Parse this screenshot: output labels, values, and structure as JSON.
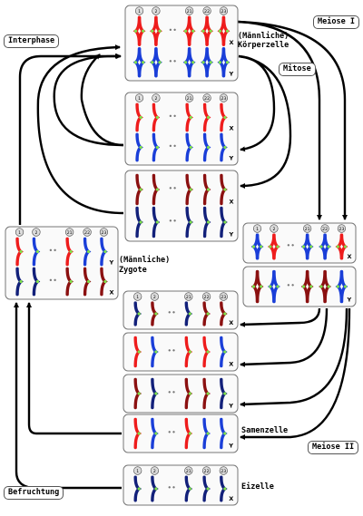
{
  "labels": {
    "interphase": "Interphase",
    "meiose1": "Meiose I",
    "mitose": "Mitose",
    "meiose2": "Meiose II",
    "befruchtung": "Befruchtung",
    "koerperzelle_line1": "(Männliche)",
    "koerperzelle_line2": "Körperzelle",
    "zygote_line1": "(Männliche)",
    "zygote_line2": "Zygote",
    "samenzelle": "Samenzelle",
    "eizelle": "Eizelle"
  },
  "chromosome_numbers": [
    "1",
    "2",
    "21",
    "22",
    "23"
  ],
  "ellipsis": "••",
  "sex_chromosomes": {
    "x": "X",
    "y": "Y"
  },
  "colors": {
    "paternal_red": "#ee1c1c",
    "paternal_dark": "#8b1010",
    "maternal_blue": "#1a3ed8",
    "maternal_dark": "#12207a",
    "centromere": "#7fe04a",
    "cell_border": "#777777",
    "arrow": "#000000"
  }
}
